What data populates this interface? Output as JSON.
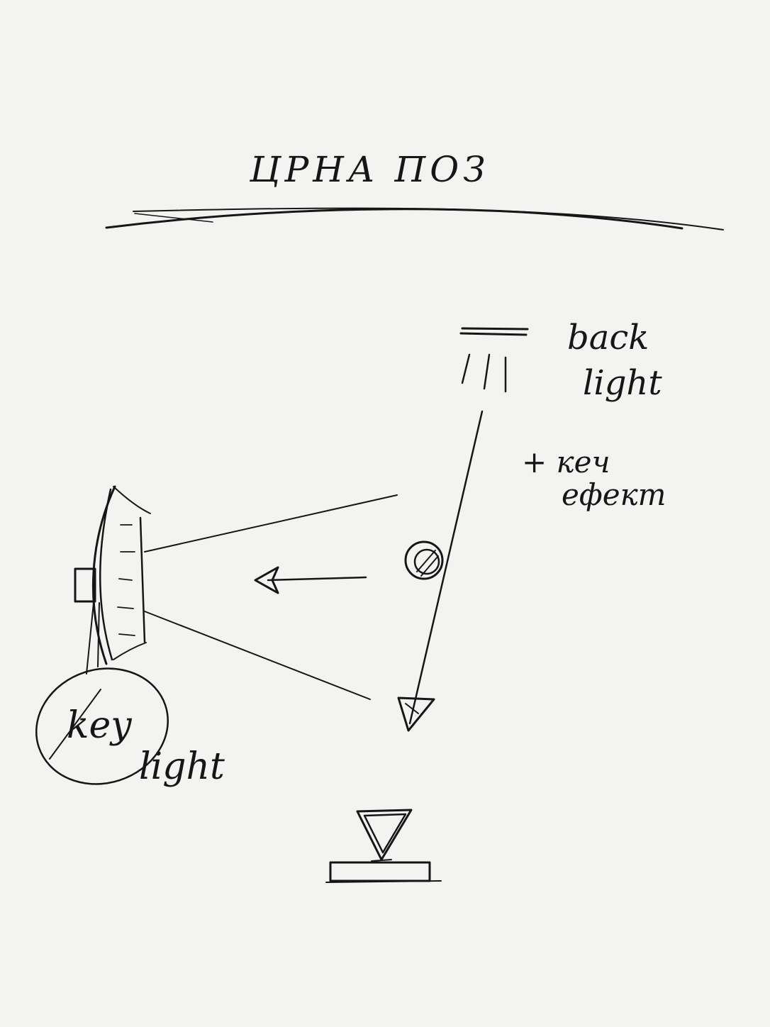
{
  "title": "ЦРНА ПОЗ",
  "labels": {
    "back_light": [
      "back",
      "light"
    ],
    "key_effect": [
      "+ кеч",
      "ефект"
    ],
    "key_light": [
      "key",
      "light"
    ]
  },
  "colors": {
    "ink": "#161616",
    "paper": "#f3f3f1"
  },
  "icons": [
    "backlight-fixture-icon",
    "softbox-key-light-icon",
    "subject-head-icon",
    "camera-icon",
    "arrow-icon"
  ]
}
